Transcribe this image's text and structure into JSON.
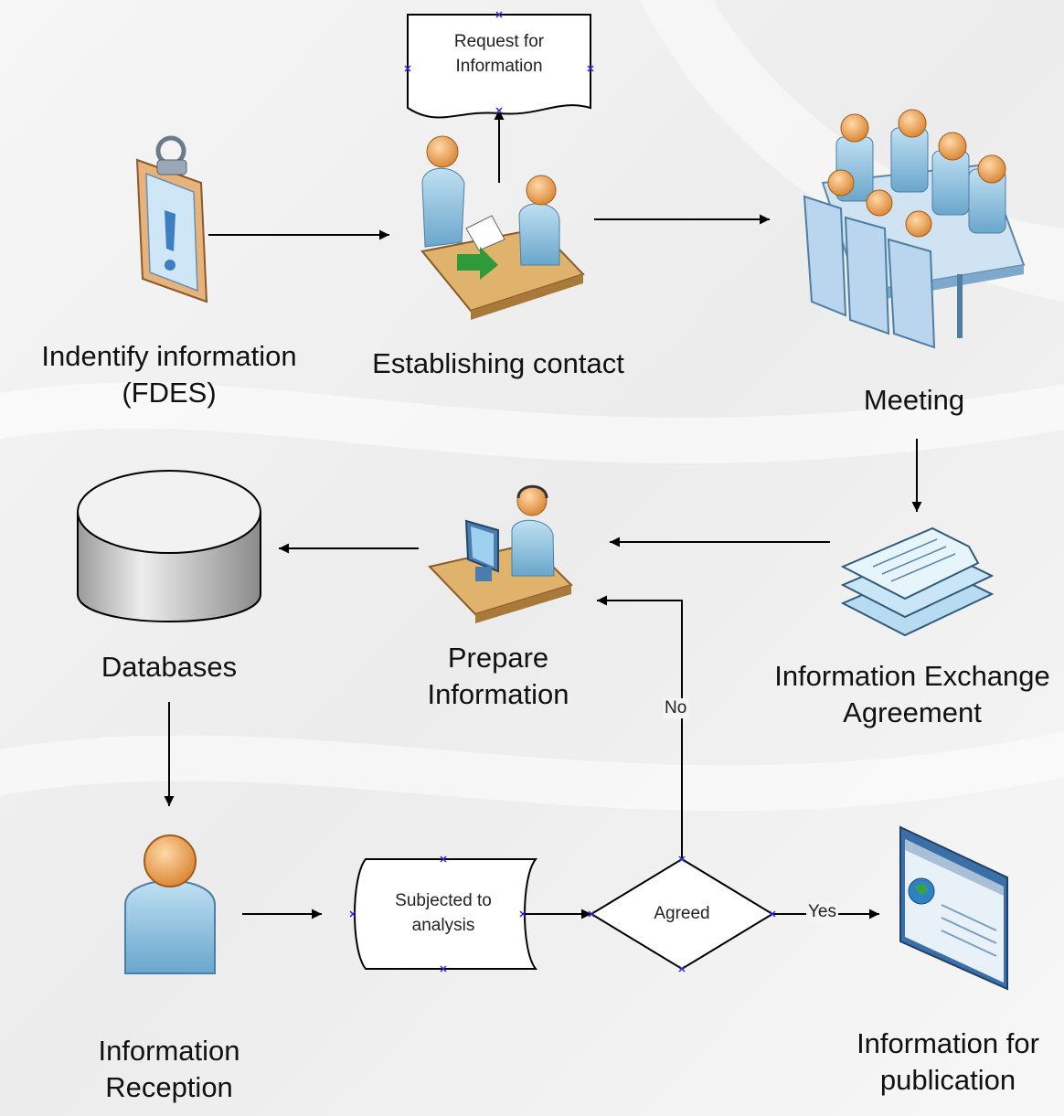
{
  "labels": {
    "identify": [
      "Indentify information",
      "(FDES)"
    ],
    "establishing": "Establishing contact",
    "meeting": "Meeting",
    "agreement": [
      "Information Exchange",
      "Agreement"
    ],
    "prepare": [
      "Prepare",
      "Information"
    ],
    "databases": "Databases",
    "reception": [
      "Information",
      "Reception"
    ],
    "publication": [
      "Information for",
      "publication"
    ]
  },
  "shapes": {
    "request": [
      "Request for",
      "Information"
    ],
    "analysis": [
      "Subjected to",
      "analysis"
    ],
    "decision": "Agreed"
  },
  "connectors": {
    "no": "No",
    "yes": "Yes"
  },
  "colors": {
    "line": "#000000",
    "marker": "#2a2ad8",
    "skin": "#f0a25a",
    "shirt": "#8fc2df",
    "desk": "#d9b06a",
    "disk": "#cfcfcf"
  }
}
